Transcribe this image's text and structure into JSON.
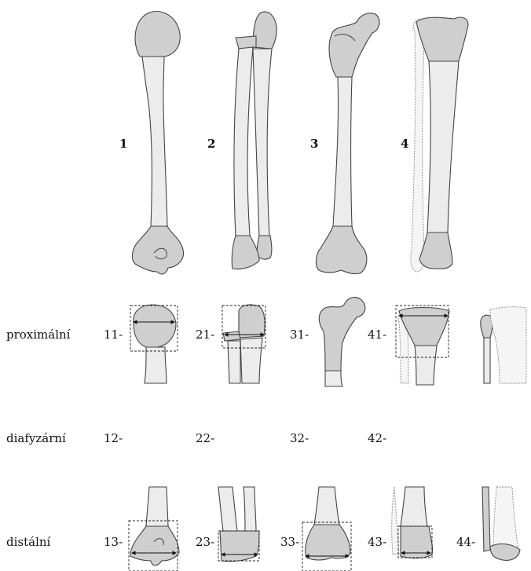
{
  "colors": {
    "bone_fill": "#ececec",
    "segment_fill": "#cfcfcf",
    "outline": "#444444",
    "faint_bone": "#f4f4f4",
    "box_stroke": "#222222"
  },
  "bones": [
    {
      "number": "1",
      "icon": "humerus-icon"
    },
    {
      "number": "2",
      "icon": "radius-ulna-icon"
    },
    {
      "number": "3",
      "icon": "femur-icon"
    },
    {
      "number": "4",
      "icon": "tibia-fibula-icon"
    }
  ],
  "rows": {
    "proximal": {
      "label": "proximální",
      "codes": [
        "11-",
        "21-",
        "31-",
        "41-"
      ]
    },
    "diaphyseal": {
      "label": "diafyzární",
      "codes": [
        "12-",
        "22-",
        "32-",
        "42-"
      ]
    },
    "distal": {
      "label": "distální",
      "codes": [
        "13-",
        "23-",
        "33-",
        "43-",
        "44-"
      ]
    }
  }
}
